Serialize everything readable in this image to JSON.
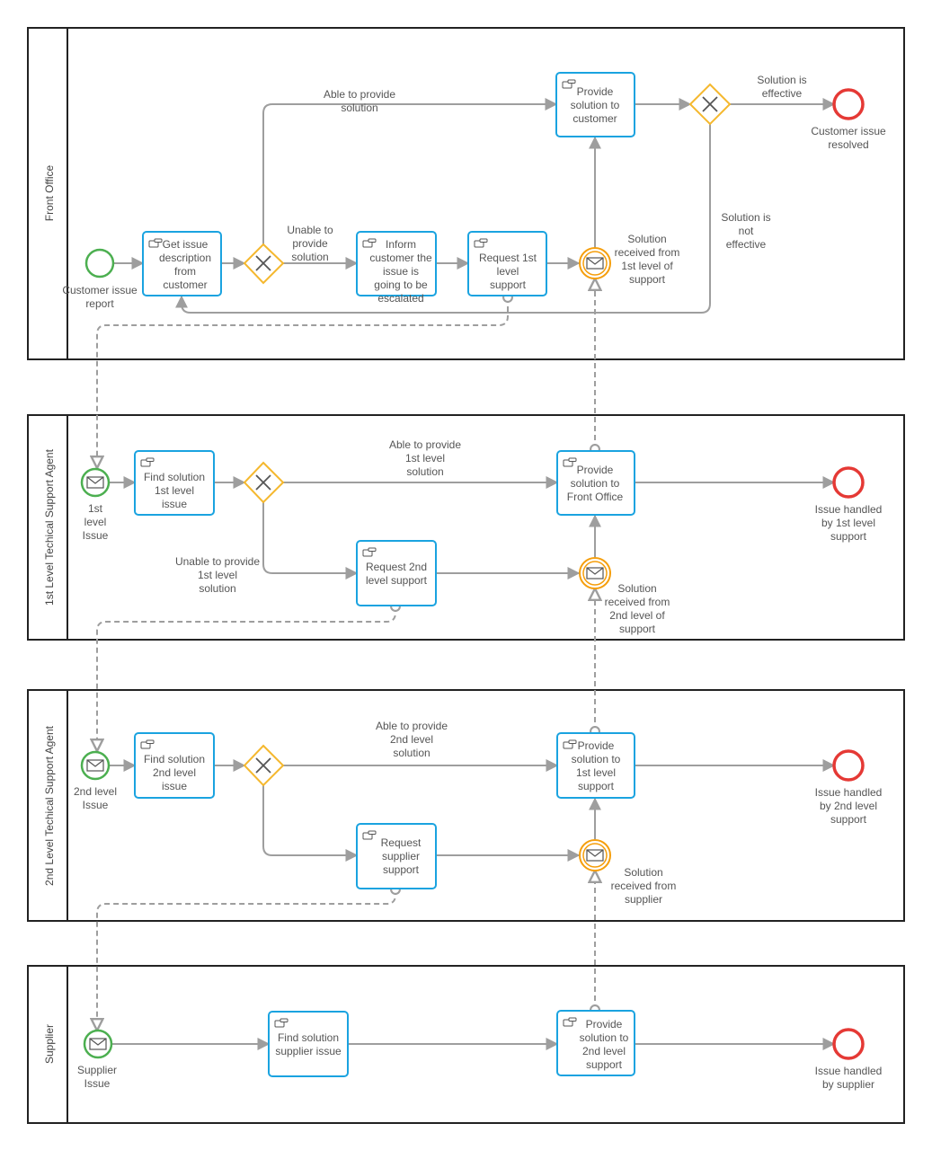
{
  "colors": {
    "task_border": "#1aa3e0",
    "gateway": "#f5b82e",
    "start_event": "#4caf50",
    "end_event": "#e53935",
    "intermediate_event": "#f59e0b",
    "flow": "#9e9e9e"
  },
  "icons": {
    "task": "hand-icon",
    "message": "envelope-icon",
    "gateway": "exclusive-x-icon"
  },
  "lanes": {
    "front_office": "Front Office",
    "first_level": "1st Level Techical Support Agent",
    "second_level": "2nd Level Techical Support Agent",
    "supplier": "Supplier"
  },
  "front_office": {
    "start": "Customer issue report",
    "get_issue": "Get issue description from customer",
    "inform_customer": "Inform customer the issue is going to be escalated",
    "request_1st": "Request 1st level support",
    "provide_solution": "Provide solution to customer",
    "received": "Solution received from 1st level of support",
    "end": "Customer issue resolved",
    "flow_able": "Able to  provide solution",
    "flow_unable": "Unable to provide solution",
    "flow_effective": "Solution is effective",
    "flow_not_effective": "Solution is not effective"
  },
  "first_level": {
    "start": "1st level Issue",
    "find": "Find solution 1st level issue",
    "provide": "Provide solution to Front Office",
    "request_2nd": "Request 2nd level support",
    "received": "Solution received from 2nd level of support",
    "end": "Issue handled by 1st level support",
    "flow_able": "Able to provide  1st level solution",
    "flow_unable": "Unable to provide 1st level solution"
  },
  "second_level": {
    "start": "2nd  level Issue",
    "find": "Find solution 2nd level issue",
    "provide": "Provide solution to 1st level support",
    "request_supplier": "Request supplier support",
    "received": "Solution received from supplier",
    "end": "Issue handled by 2nd level support",
    "flow_able": "Able to provide 2nd level solution"
  },
  "supplier": {
    "start": "Supplier Issue",
    "find": "Find solution supplier issue",
    "provide": "Provide solution to 2nd level support",
    "end": "Issue handled by supplier"
  }
}
